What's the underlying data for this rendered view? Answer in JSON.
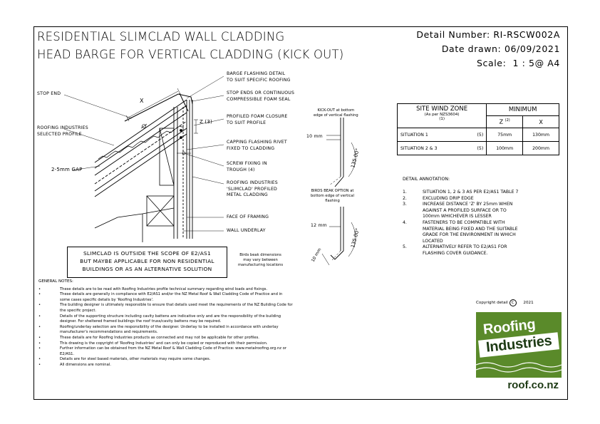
{
  "title": {
    "line1": "RESIDENTIAL SLIMCLAD WALL CLADDING",
    "line2": "HEAD BARGE FOR VERTICAL CLADDING (KICK OUT)"
  },
  "meta": {
    "detail_label": "Detail Number:",
    "detail_value": "RI-RSCW002A",
    "date_label": "Date drawn:",
    "date_value": "06/09/2021",
    "scale_label": "Scale:",
    "scale_value": "1 : 5@ A4"
  },
  "labels": {
    "barge_flashing": [
      "BARGE FLASHING DETAIL",
      "TO SUIT SPECIFIC ROOFING"
    ],
    "stop_end": "STOP END",
    "stop_ends_foam": [
      "STOP ENDS OR CONTINUOUS",
      "COMPRESSIBLE FOAM SEAL"
    ],
    "roofing_profile": [
      "ROOFING INDUSTRIES",
      "SELECTED PROFILE"
    ],
    "profiled_foam": [
      "PROFILED FOAM CLOSURE",
      "TO SUIT PROFILE"
    ],
    "capping_rivet": [
      "CAPPING FLASHING RIVET",
      "FIXED TO CLADDING"
    ],
    "screw_fixing": [
      "SCREW FIXING IN",
      "TROUGH (4)"
    ],
    "gap": "2-5mm GAP",
    "slimclad": [
      "ROOFING INDUSTRIES",
      "'SLIMCLAD' PROFILED",
      "METAL CLADDING"
    ],
    "face_framing": "FACE OF FRAMING",
    "wall_underlay": "WALL UNDERLAY",
    "dim_x": "X",
    "dim_z": "Z (3)"
  },
  "scope_note": [
    "SLIMCLAD IS OUTSIDE THE SCOPE OF E2/AS1",
    "BUT MAYBE APPLICABLE FOR NON RESIDENTIAL",
    "BUILDINGS OR AS AN ALTERNATIVE SOLUTION"
  ],
  "kickout": {
    "title": [
      "KICK-OUT at bottom",
      "edge of vertical flashing"
    ],
    "dim_10": "10 mm",
    "angle": "135.00°"
  },
  "birdsbeak": {
    "title": [
      "BIRDS BEAK OPTION at",
      "bottom edge of vertical",
      "flashing"
    ],
    "dim_12": "12 mm",
    "dim_10": "10 mm",
    "angle": "135.00°",
    "note": [
      "Birds beak dimensions",
      "may vary between",
      "manufacturing locations"
    ]
  },
  "wind_table": {
    "head_zone": "SITE WIND ZONE",
    "head_zone_sub": "(As per NZS3604)",
    "head_zone_sub2": "(1)",
    "head_min": "MINIMUM",
    "col_z": "Z",
    "col_z_note": "(2)",
    "col_x": "X",
    "rows": [
      {
        "situation": "SITUATION 1",
        "note": "(5)",
        "z": "75mm",
        "x": "130mm"
      },
      {
        "situation": "SITUATION 2 & 3",
        "note": "(5)",
        "z": "100mm",
        "x": "200mm"
      }
    ]
  },
  "annotation": {
    "title": "DETAIL ANNOTATION:",
    "items": [
      {
        "num": "1.",
        "lines": [
          "SITUATION 1, 2 & 3 AS PER E2/AS1 TABLE 7"
        ]
      },
      {
        "num": "2.",
        "lines": [
          "EXCLUDING DRIP EDGE"
        ]
      },
      {
        "num": "3.",
        "lines": [
          "INCREASE DISTANCE 'Z' BY 25mm WHEN",
          "AGAINST A PROFILED SURFACE OR TO",
          "100mm WHICHEVER IS LESSER"
        ]
      },
      {
        "num": "4.",
        "lines": [
          "FASTENERS TO BE COMPATIBLE WITH",
          "MATERIAL BEING FIXED AND THE SUITABLE",
          "GRADE FOR THE ENVIRONMENT IN WHICH",
          "LOCATED"
        ]
      },
      {
        "num": "5.",
        "lines": [
          "ALTERNATIVELY REFER TO E2/AS1 FOR",
          "FLASHING COVER GUIDANCE."
        ]
      }
    ]
  },
  "general_notes": {
    "title": "GENERAL NOTES:",
    "items": [
      "These details are to be read with Roofing Industries profile technical summary regarding wind loads and fixings.",
      "These details are generally in compliance with E2/AS1 and/or the NZ Metal Roof & Wall Cladding Code of Practice and in",
      "some cases specific details by 'Roofing Industries'.",
      "The building designer is ultimately responsible to ensure that details used meet the requirements of the NZ Building Code for",
      "the specific project.",
      "Details of the supporting structure including cavity battens are indicative only and are the responsibility of the building",
      "designer. For sheltered framed buildings the roof truss/cavity battens may be required.",
      "Roofing/underlay selection are the responsibility of the designer. Underlay to be installed in accordance with underlay",
      "manufacturer's recommendations and requirements.",
      "These details are for Roofing Industries products as connected and may not be applicable for other profiles.",
      "This drawing is the copyright of 'Roofing Industries' and can only be copied or reproduced with their permission.",
      "Further information can be obtained from the NZ Metal Roof & Wall Cladding Code of Practice: www.metalroofing.org.nz or",
      "E2/AS1.",
      "Details are for steel based materials, other materials may require some changes.",
      "All dimensions are nominal."
    ]
  },
  "copyright": {
    "label": "Copyright detail",
    "symbol": "C",
    "year": "2021"
  },
  "logo": {
    "line1": "Roofing",
    "line2": "Industries",
    "url": "roof.co.nz",
    "green": "#5a8a2a",
    "dark": "#1d3a14"
  }
}
